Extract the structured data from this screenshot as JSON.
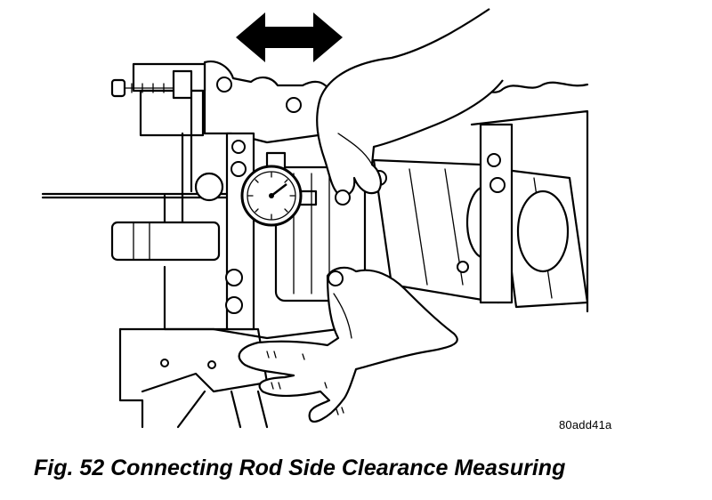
{
  "figure": {
    "caption": "Fig. 52 Connecting Rod Side Clearance Measuring",
    "code": "80add41a",
    "arrow": "double-arrow"
  }
}
